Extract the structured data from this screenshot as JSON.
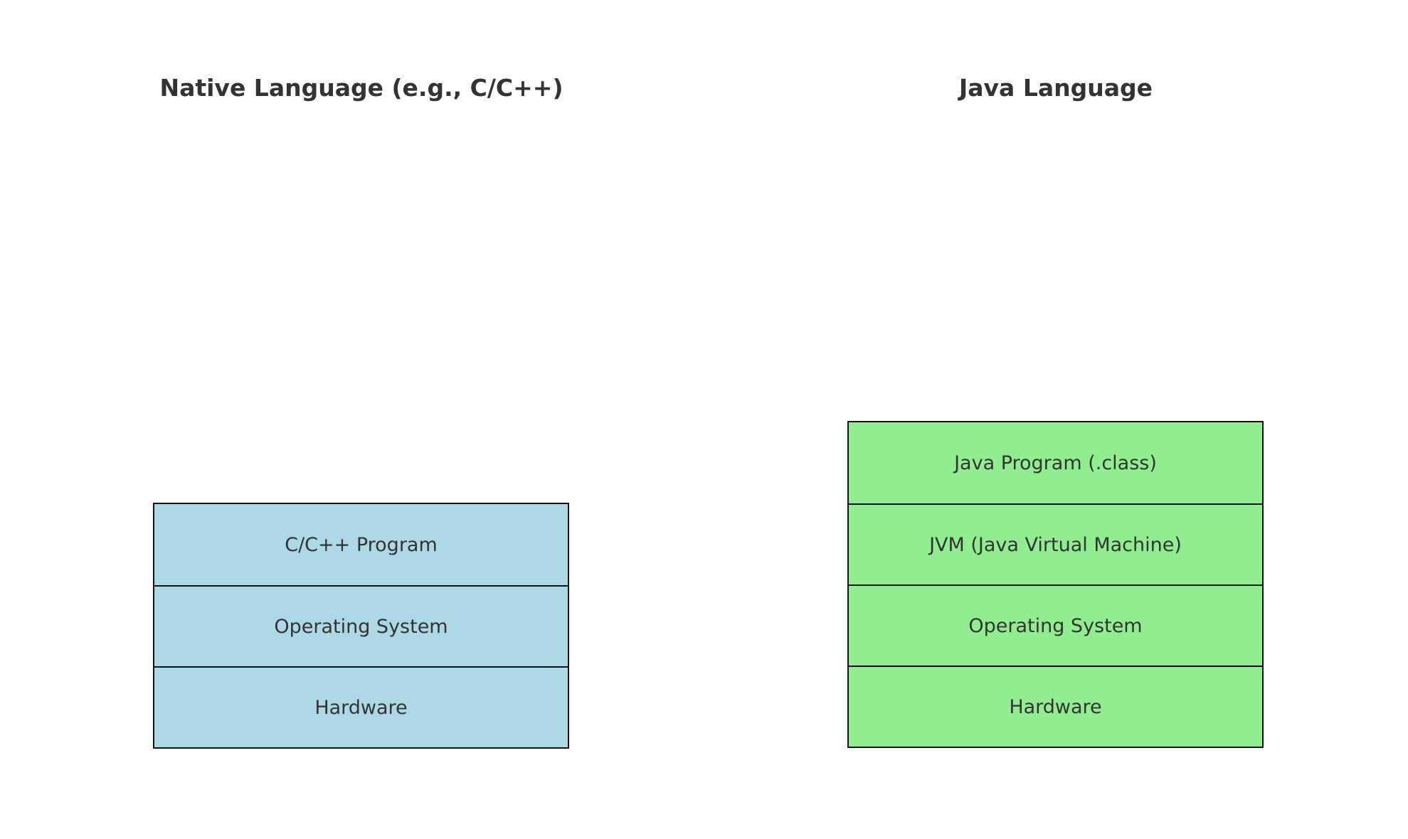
{
  "colors": {
    "native_fill": "#ADD8E6",
    "java_fill": "#90EE90",
    "border": "#111111",
    "text": "#333333"
  },
  "native": {
    "title": "Native Language (e.g., C/C++)",
    "layers": [
      "C/C++ Program",
      "Operating System",
      "Hardware"
    ]
  },
  "java": {
    "title": "Java Language",
    "layers": [
      "Java Program (.class)",
      "JVM (Java Virtual Machine)",
      "Operating System",
      "Hardware"
    ]
  }
}
